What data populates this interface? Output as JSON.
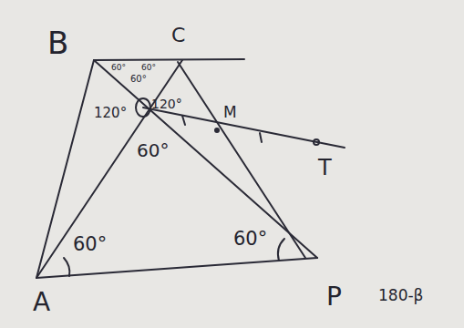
{
  "diagram": {
    "labels": [
      "B",
      "C",
      "60°",
      "60°",
      "60°",
      "120°",
      "120°",
      "M",
      "60°",
      "T",
      "60°",
      "60°",
      "A",
      "P",
      "180-β"
    ]
  }
}
